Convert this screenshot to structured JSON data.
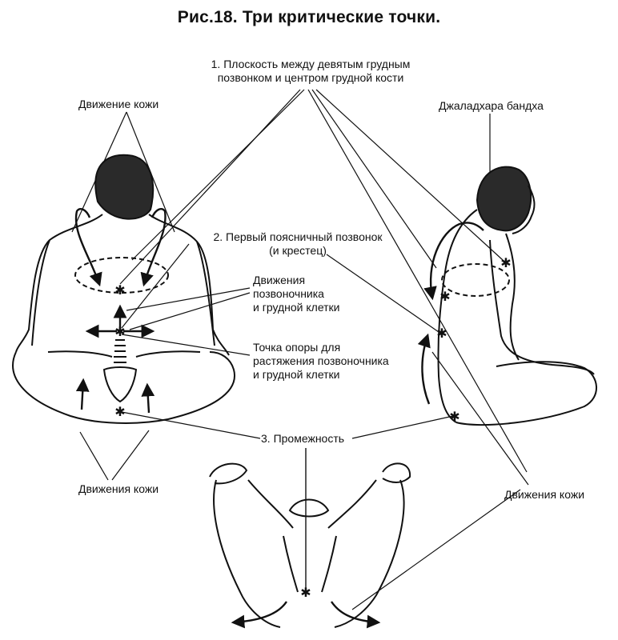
{
  "figure": {
    "title": "Рис.18. Три критические точки."
  },
  "labels": {
    "point1_line1": "1. Плоскость между девятым грудным",
    "point1_line2": "позвонком и центром грудной кости",
    "point2_line1": "2. Первый поясничный позвонок",
    "point2_line2": "(и крестец)",
    "point3": "3. Промежность",
    "skin_top_left": "Движение кожи",
    "jalandhara": "Джаладхара бандха",
    "spine_chest_line1": "Движения",
    "spine_chest_line2": "позвоночника",
    "spine_chest_line3": "и грудной клетки",
    "support_line1": "Точка опоры для",
    "support_line2": "растяжения позвоночника",
    "support_line3": "и грудной клетки",
    "skin_bottom_left": "Движения кожи",
    "skin_bottom_right": "Движения кожи"
  },
  "colors": {
    "ink": "#111111"
  }
}
